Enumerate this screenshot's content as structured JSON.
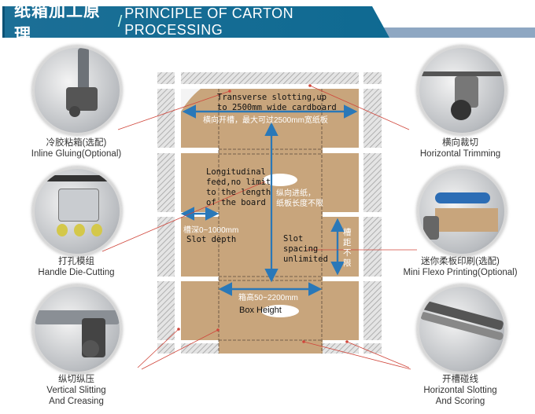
{
  "header": {
    "title_cn": "纸箱加工原理",
    "separator": "/",
    "title_en": "PRINCIPLE OF CARTON PROCESSING"
  },
  "modules": [
    {
      "cn": "冷胶粘箱(选配)",
      "en": "Inline Gluing(Optional)",
      "icon": "gluing-machine-photo"
    },
    {
      "cn": "打孔模组",
      "en": "Handle Die-Cutting",
      "icon": "die-cutting-machine-photo"
    },
    {
      "cn": "纵切纵压",
      "en": "Vertical Slitting\nAnd Creasing",
      "en1": "Vertical Slitting",
      "en2": "And Creasing",
      "icon": "slitting-machine-photo"
    },
    {
      "cn": "横向裁切",
      "en": "Horizontal Trimming",
      "icon": "trimming-machine-photo"
    },
    {
      "cn": "迷你柔板印刷(选配)",
      "en": "Mini Flexo Printing(Optional)",
      "icon": "flexo-printer-photo"
    },
    {
      "cn": "开槽碰线",
      "en1": "Horizontal Slotting",
      "en2": "And Scoring",
      "icon": "slotting-machine-photo"
    }
  ],
  "diagram": {
    "transverse_en1": "Transverse slotting,up",
    "transverse_en2": "to 2500mm wide cardboard",
    "transverse_cn": "横向开槽，最大可过2500mm宽纸板",
    "longitudinal_en": [
      "Longitudinal",
      "feed,no limit",
      "to the length",
      "of the board"
    ],
    "longitudinal_cn1": "纵向进纸，",
    "longitudinal_cn2": "纸板长度不限",
    "slot_depth_cn": "槽深0~1000mm",
    "slot_depth_en": "Slot depth",
    "slot_spacing_en": [
      "Slot",
      "spacing",
      "unlimited"
    ],
    "slot_spacing_cn": "槽距不限",
    "box_height_cn": "箱高50~2200mm",
    "box_height_en": "Box Height",
    "colors": {
      "board": "#c8a57c",
      "arrow": "#2a78b8",
      "leader": "#d0453a",
      "header": "#146e95"
    }
  }
}
